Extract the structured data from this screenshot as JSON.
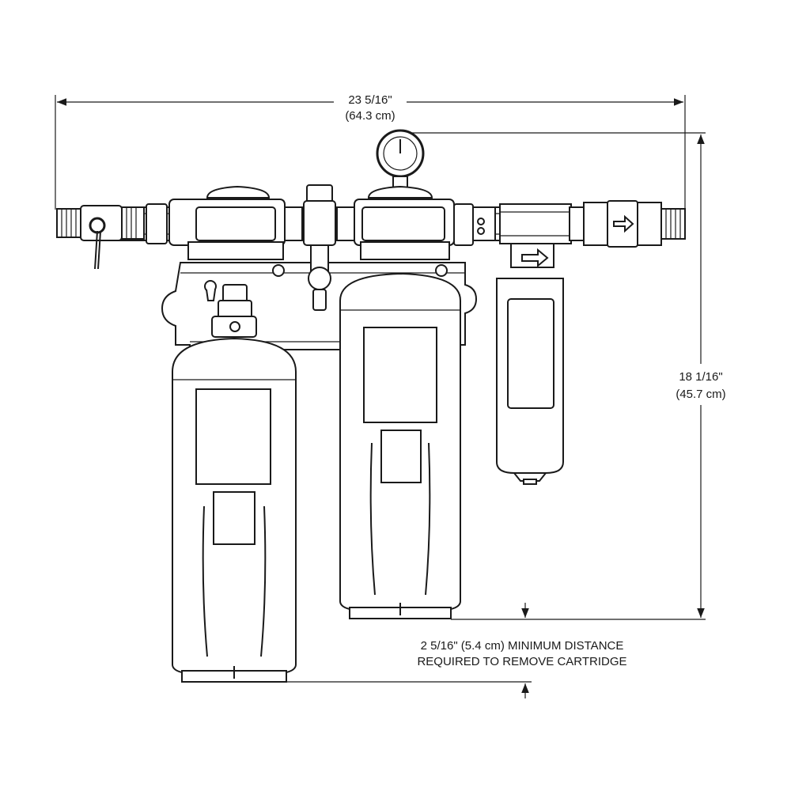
{
  "dimensions": {
    "width": {
      "imperial": "23 5/16\"",
      "metric": "(64.3 cm)"
    },
    "height": {
      "imperial": "18 1/16\"",
      "metric": "(45.7 cm)"
    },
    "clearance": {
      "line1": "2 5/16\" (5.4 cm) MINIMUM DISTANCE",
      "line2": "REQUIRED TO REMOVE CARTRIDGE"
    }
  },
  "colors": {
    "line": "#1a1a1a",
    "background": "#ffffff"
  },
  "icons": [
    "flow-arrow-icon",
    "pressure-gauge-icon"
  ]
}
